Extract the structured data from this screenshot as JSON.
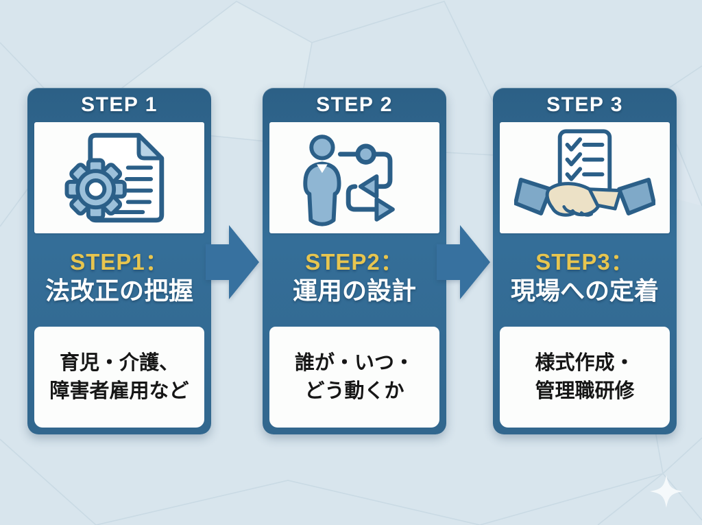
{
  "steps": [
    {
      "badge": "STEP 1",
      "icon": "gear-document-icon",
      "step_label": "STEP1：",
      "title": "法改正の把握",
      "desc_line1": "育児・介護、",
      "desc_line2": "障害者雇用など"
    },
    {
      "badge": "STEP 2",
      "icon": "person-flow-icon",
      "step_label": "STEP2：",
      "title": "運用の設計",
      "desc_line1": "誰が・いつ・",
      "desc_line2": "どう動くか"
    },
    {
      "badge": "STEP 3",
      "icon": "handshake-checklist-icon",
      "step_label": "STEP3：",
      "title": "現場への定着",
      "desc_line1": "様式作成・",
      "desc_line2": "管理職研修"
    }
  ],
  "colors": {
    "background": "#d8e5ed",
    "mesh_line": "#bfd2de",
    "card_blue": "#33688f",
    "card_blue_dark": "#2c6086",
    "accent_yellow": "#e7c54f",
    "panel_white": "#fcfdfc",
    "arrow_blue": "#37719f",
    "icon_outline": "#2b5f88",
    "icon_fill": "#9cc0da",
    "hand_fill": "#ece1c6",
    "desc_text": "#161616"
  }
}
